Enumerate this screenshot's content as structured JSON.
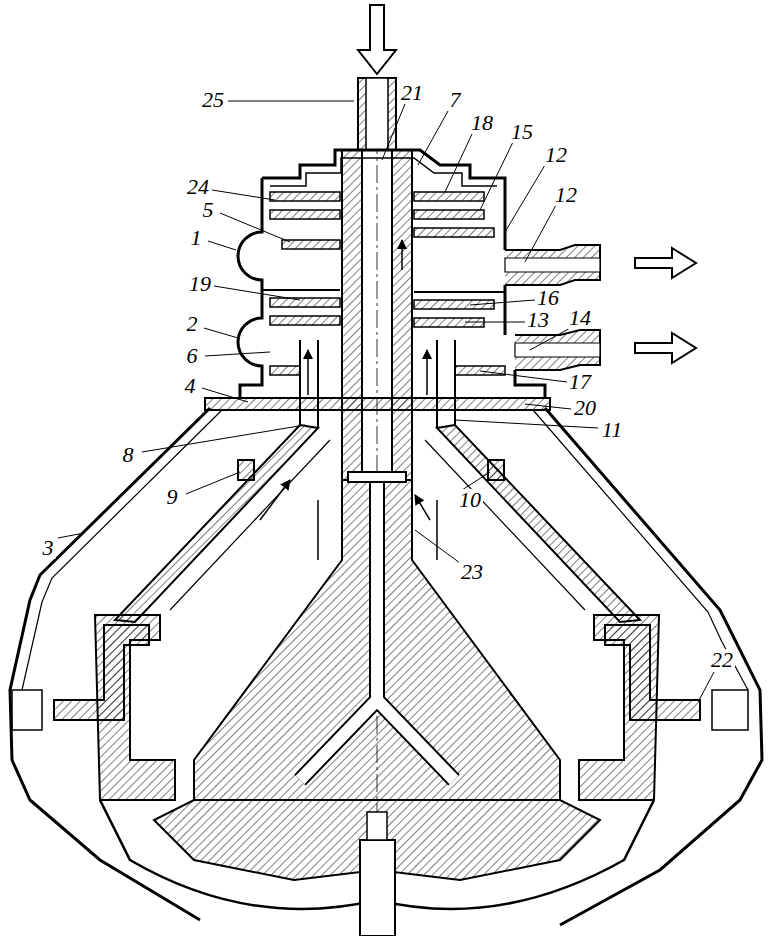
{
  "diagram": {
    "labels": [
      "25",
      "21",
      "7",
      "18",
      "15",
      "12",
      "12",
      "24",
      "5",
      "1",
      "19",
      "2",
      "16",
      "13",
      "14",
      "6",
      "17",
      "4",
      "20",
      "11",
      "8",
      "9",
      "10",
      "3",
      "23",
      "22"
    ]
  }
}
